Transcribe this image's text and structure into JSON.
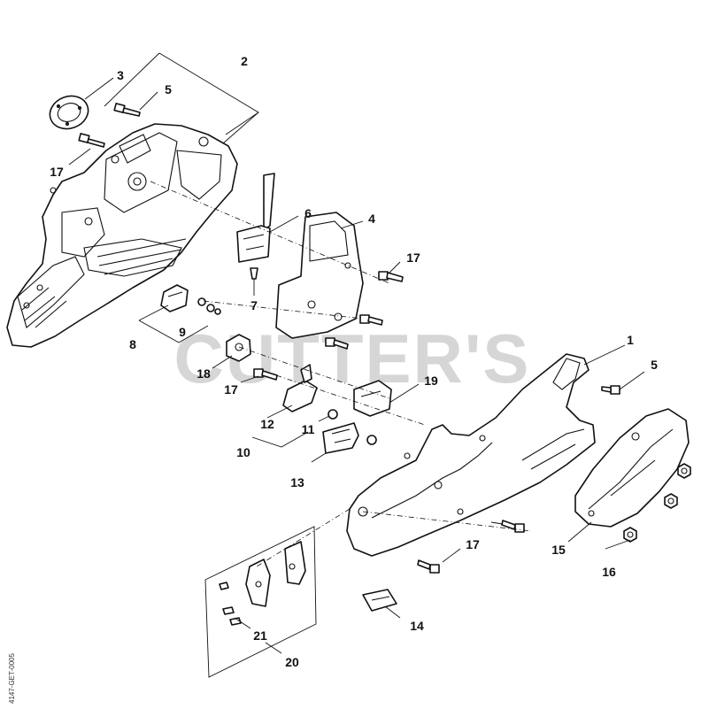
{
  "watermark": "CUTTER'S",
  "drawing_code": "4147-GET-0005",
  "callouts": {
    "c1": "1",
    "c2": "2",
    "c3": "3",
    "c4": "4",
    "c5a": "5",
    "c5b": "5",
    "c6": "6",
    "c7": "7",
    "c8": "8",
    "c9": "9",
    "c10": "10",
    "c11": "11",
    "c12": "12",
    "c13": "13",
    "c14": "14",
    "c15": "15",
    "c16": "16",
    "c17a": "17",
    "c17b": "17",
    "c17c": "17",
    "c17d": "17",
    "c18": "18",
    "c19": "19",
    "c20": "20",
    "c21": "21"
  }
}
